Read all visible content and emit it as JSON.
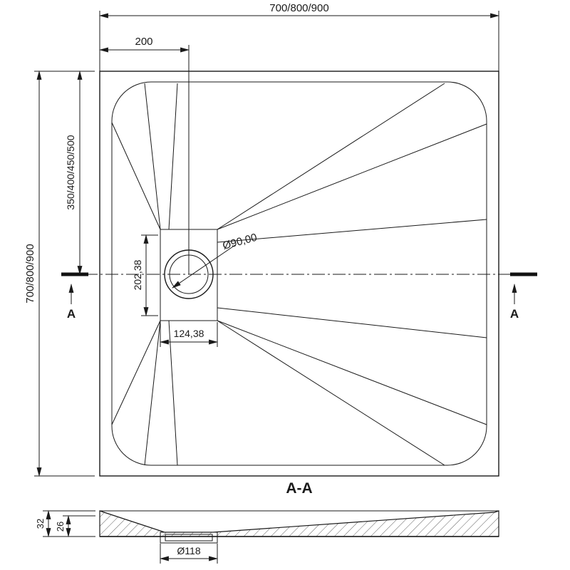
{
  "page": {
    "line_color": "#1a1a1a",
    "background": "#ffffff"
  },
  "plan_view": {
    "dim_width_top": "700/800/900",
    "dim_drain_offset_x": "200",
    "dim_height_left": "700/800/900",
    "dim_drain_offset_y": "350/400/450/500",
    "dim_drain_center_y": "202,38",
    "dim_drain_diameter": "Ø90,00",
    "dim_drain_width": "124,38",
    "section_mark_left": "A",
    "section_mark_right": "A"
  },
  "section_view": {
    "label": "A-A",
    "dim_total_height": "32",
    "dim_inner_height": "26",
    "dim_drain_hole": "Ø118"
  }
}
